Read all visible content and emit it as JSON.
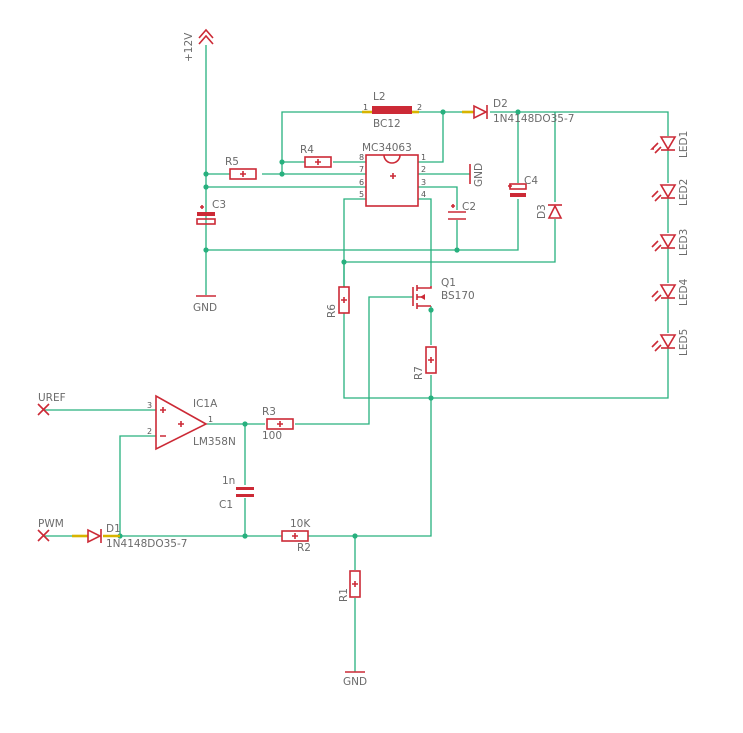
{
  "supply": {
    "label": "+12V"
  },
  "grounds": {
    "top": "GND",
    "bottom": "GND",
    "ic": "GND"
  },
  "inputs": {
    "uref": "UREF",
    "pwm": "PWM"
  },
  "ic_main": {
    "name": "MC34063",
    "pins": [
      "1",
      "2",
      "3",
      "4",
      "5",
      "6",
      "7",
      "8"
    ]
  },
  "opamp": {
    "name": "IC1A",
    "value": "LM358N",
    "pins": {
      "plus": "3",
      "minus": "2",
      "out": "1"
    }
  },
  "inductor": {
    "name": "L2",
    "value": "BC12",
    "pin1": "1",
    "pin2": "2"
  },
  "mosfet": {
    "name": "Q1",
    "value": "BS170"
  },
  "resistors": {
    "r1": "R1",
    "r2": "R2",
    "r2_value": "10K",
    "r3": "R3",
    "r3_value": "100",
    "r4": "R4",
    "r5": "R5",
    "r6": "R6",
    "r7": "R7"
  },
  "capacitors": {
    "c1": "C1",
    "c1_value": "1n",
    "c2": "C2",
    "c3": "C3",
    "c4": "C4"
  },
  "diodes": {
    "d1": "D1",
    "d1_value": "1N4148DO35-7",
    "d2": "D2",
    "d2_value": "1N4148DO35-7",
    "d3": "D3"
  },
  "leds": [
    "LED1",
    "LED2",
    "LED3",
    "LED4",
    "LED5"
  ],
  "colors": {
    "wire": "#27b07e",
    "component": "#cc2a36",
    "text": "#6b6b6b",
    "pin_highlight": "#d7b400"
  }
}
